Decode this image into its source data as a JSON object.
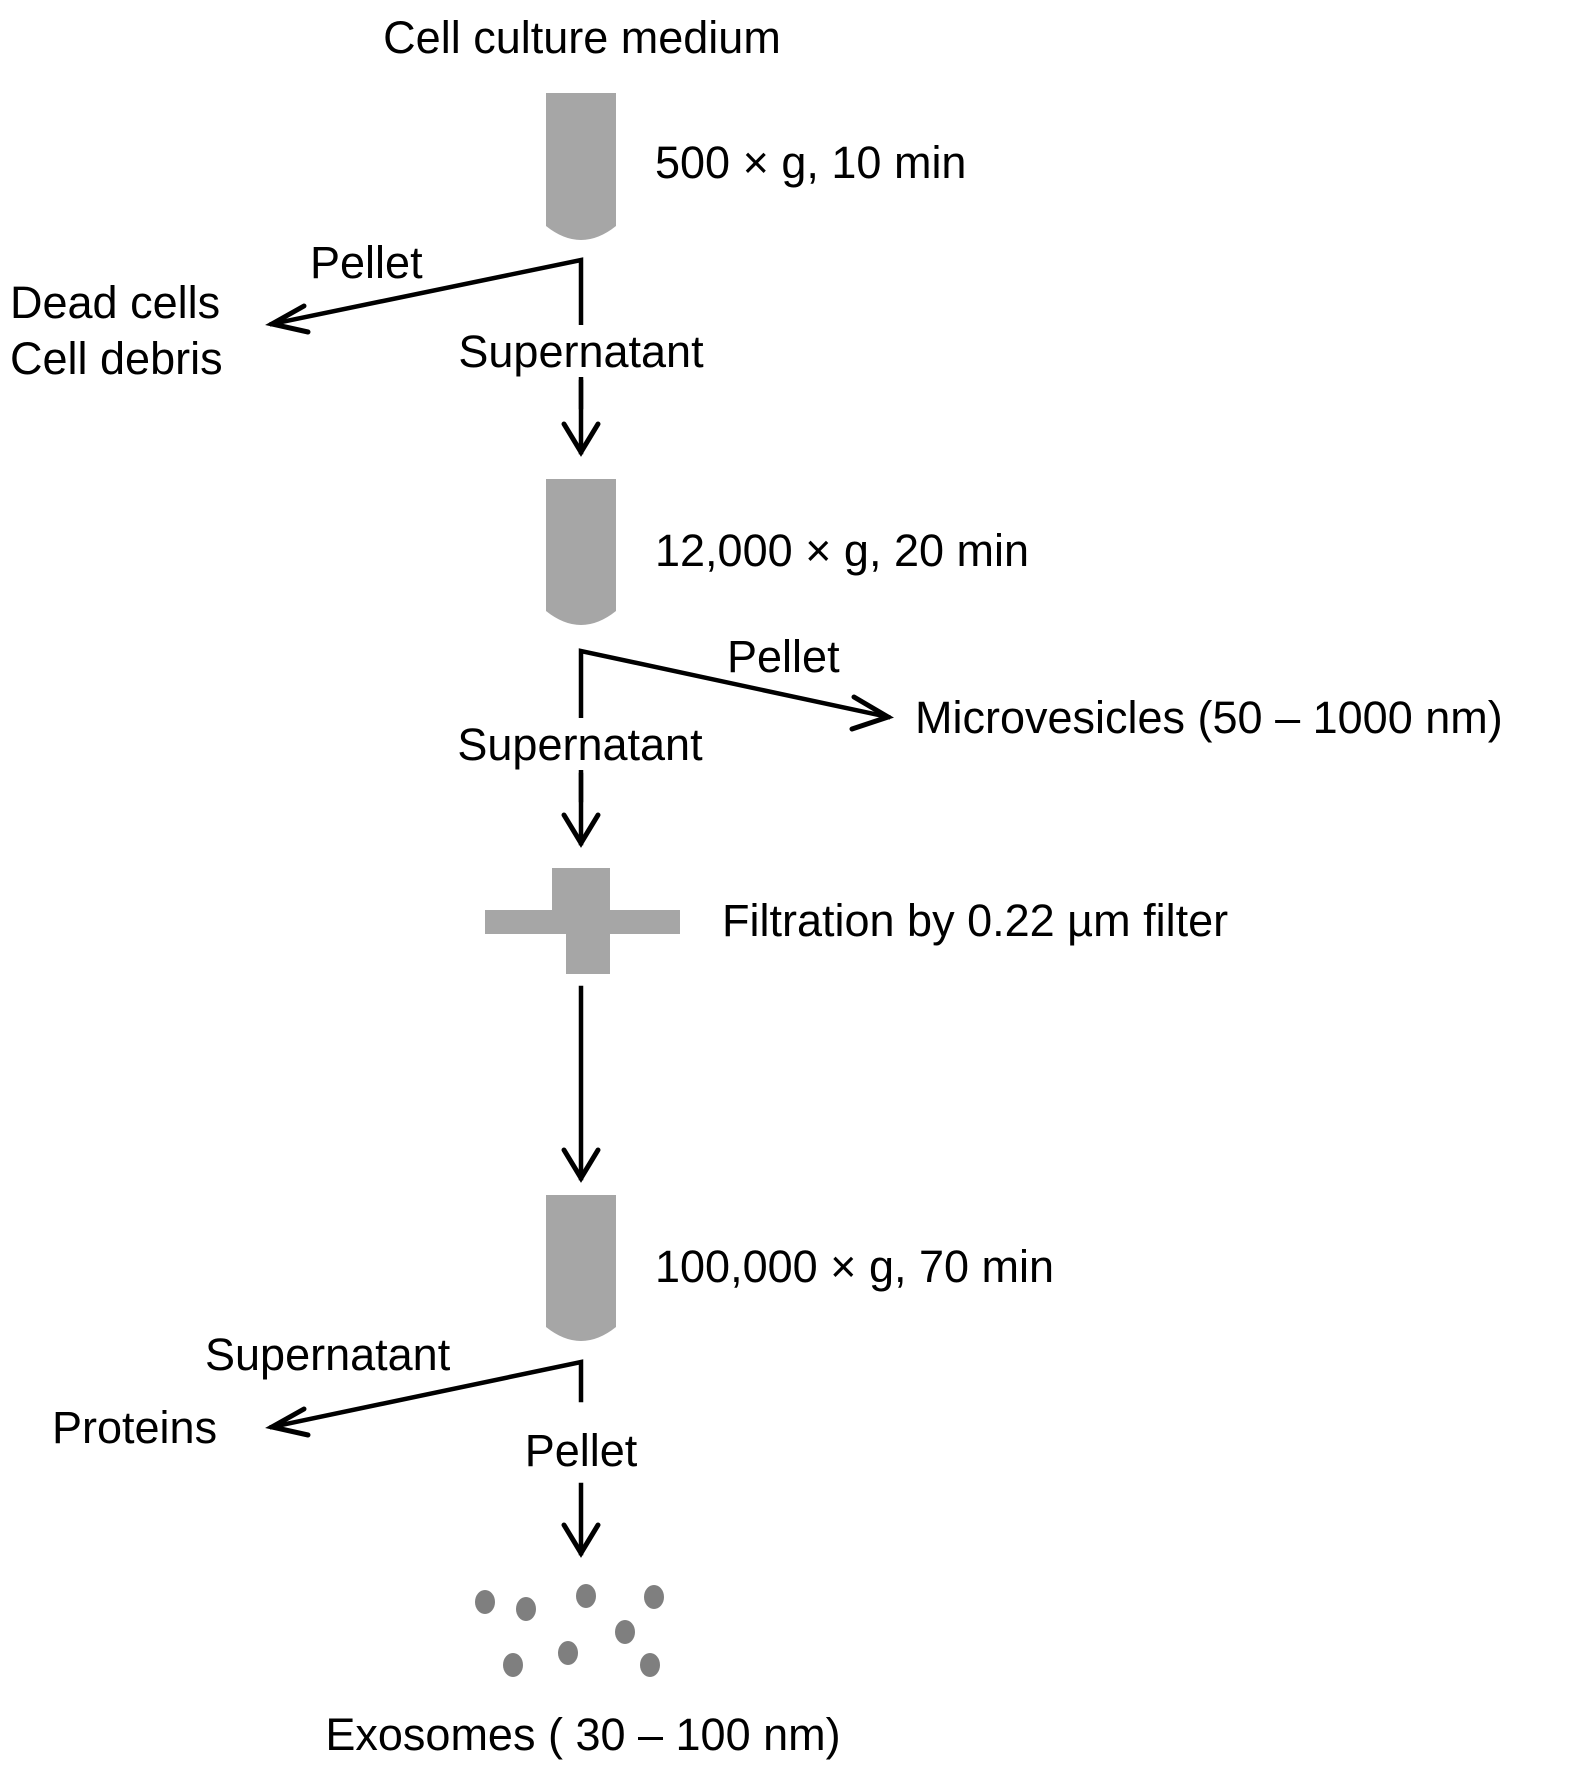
{
  "start_label": "Cell culture medium",
  "steps": [
    {
      "condition": "500 × g, 10 min"
    },
    {
      "condition": "12,000 × g, 20 min"
    },
    {
      "condition": "Filtration by 0.22 µm filter"
    },
    {
      "condition": "100,000 × g, 70 min"
    }
  ],
  "branches": {
    "step1": {
      "side_label": "Pellet",
      "side_product_line1": "Dead cells",
      "side_product_line2": "Cell debris",
      "down_label": "Supernatant"
    },
    "step2": {
      "side_label": "Pellet",
      "side_product": "Microvesicles (50 – 1000 nm)",
      "down_label": "Supernatant"
    },
    "step4": {
      "side_label": "Supernatant",
      "side_product": "Proteins",
      "down_label": "Pellet"
    }
  },
  "final_product": "Exosomes ( 30 – 100 nm)",
  "colors": {
    "tube": "#a6a6a6",
    "particle": "#7f7f7f",
    "arrow": "#000000"
  },
  "icons": [
    "centrifuge-tube-icon",
    "syringe-filter-icon",
    "exosome-particle-icon"
  ]
}
